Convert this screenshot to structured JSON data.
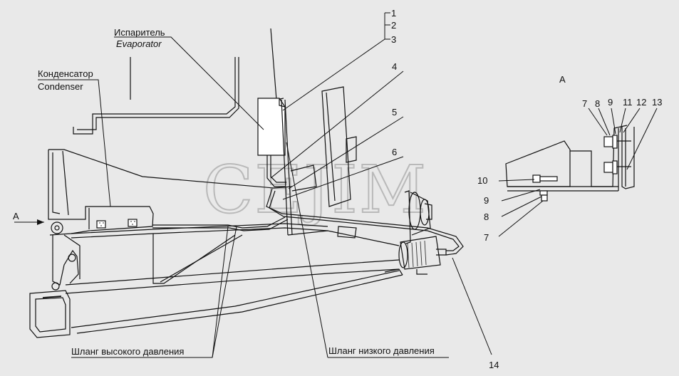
{
  "labels": {
    "evaporator_ru": "Испаритель",
    "evaporator_en": "Evaporator",
    "condenser_ru": "Конденсатор",
    "condenser_en": "Condenser",
    "high_pressure_hose": "Шланг высокого давления",
    "low_pressure_hose": "Шланг низкого давления",
    "view_arrow": "A",
    "view_title": "A"
  },
  "callouts": {
    "n1": "1",
    "n2": "2",
    "n3": "3",
    "n4": "4",
    "n5": "5",
    "n6": "6",
    "n14": "14",
    "d7a": "7",
    "d8a": "8",
    "d9a": "9",
    "d11": "11",
    "d12": "12",
    "d13": "13",
    "d10": "10",
    "d9b": "9",
    "d8b": "8",
    "d7b": "7"
  },
  "watermark": "CEJIM"
}
